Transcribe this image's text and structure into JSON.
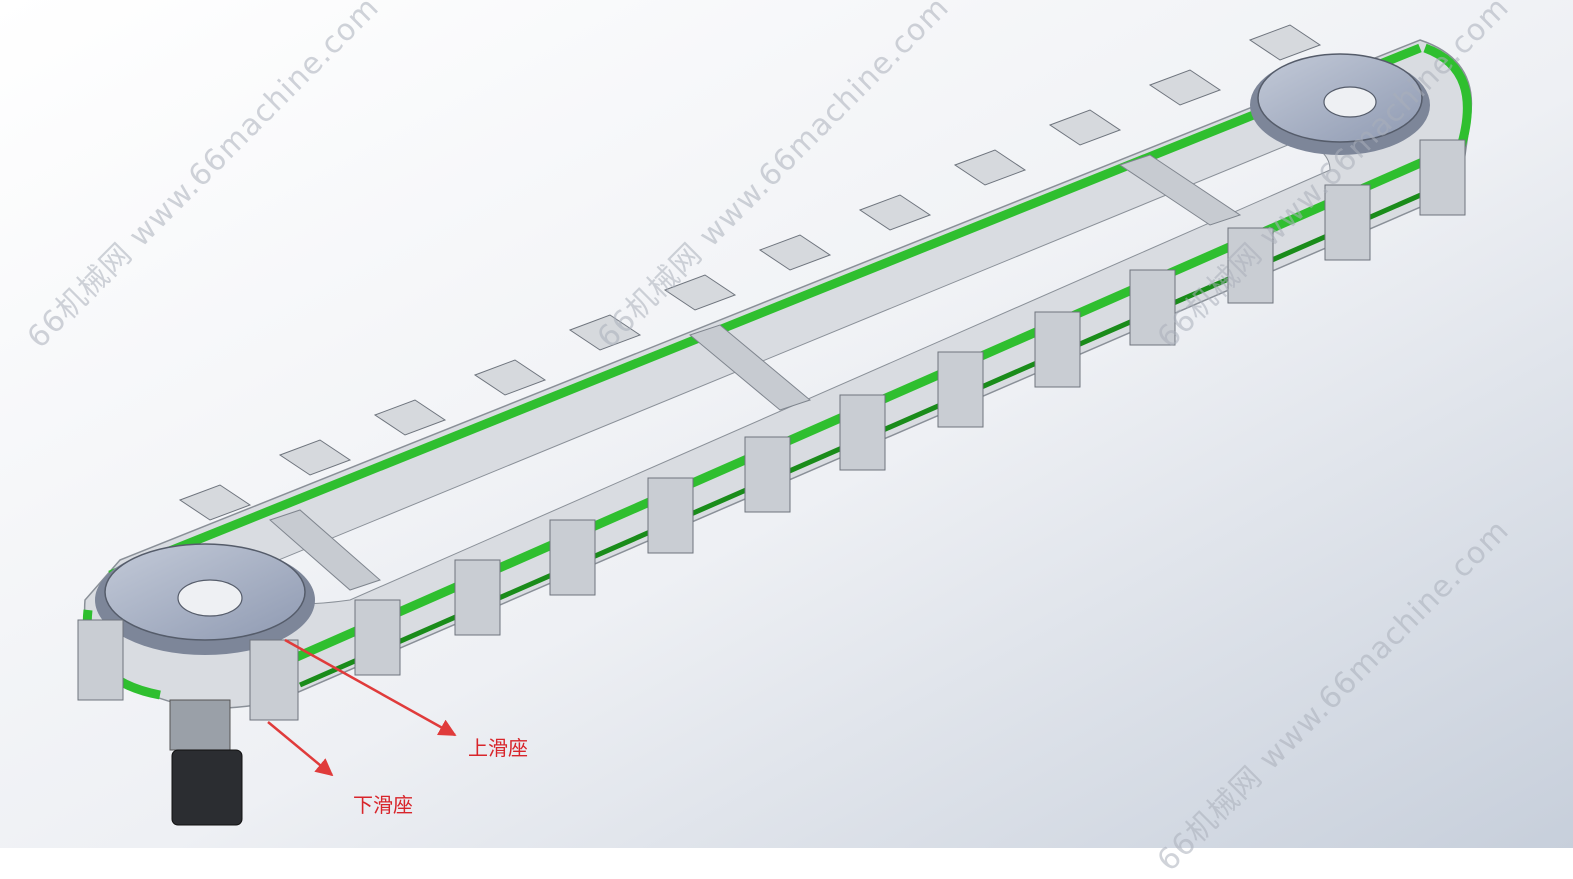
{
  "labels": {
    "upper_slider": "上滑座",
    "lower_slider": "下滑座"
  },
  "watermark": {
    "text": "66机械网 www.66machine.com"
  },
  "colors": {
    "background_top": "#ffffff",
    "background_bottom": "#c9d0dc",
    "rail_green": "#2fbf2f",
    "rail_dark_green": "#1a8c1a",
    "frame_gray": "#b9bec6",
    "plate_gray": "#d3d6da",
    "disc_blue": "#a9b3c8",
    "annotation_red": "#e03b3b",
    "slider_purple": "#6d6fc8"
  }
}
